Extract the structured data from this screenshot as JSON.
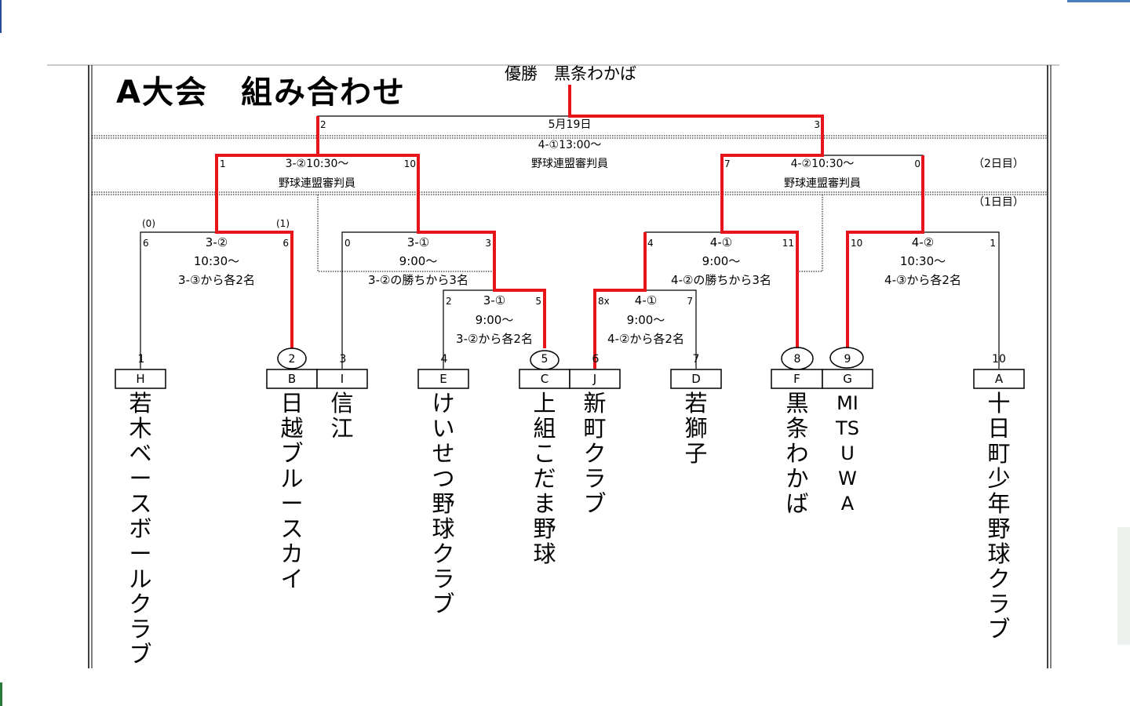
{
  "title": "A大会　組み合わせ",
  "champion": "優勝　黒条わかば",
  "final": {
    "date": "5月19日",
    "game": "4-①13:00〜",
    "umpire": "野球連盟審判員",
    "score_left": "2",
    "score_right": "3"
  },
  "day_labels": {
    "day2": "（2日目）",
    "day1": "（1日目）"
  },
  "semis": {
    "left": {
      "game": "3-②10:30〜",
      "umpire": "野球連盟審判員",
      "score_left": "1",
      "score_right": "10"
    },
    "right": {
      "game": "4-②10:30〜",
      "umpire": "野球連盟審判員",
      "score_left": "7",
      "score_right": "0"
    }
  },
  "quarters": {
    "q1": {
      "game": "3-②",
      "time": "10:30〜",
      "note": "3-③から各2名",
      "score_left": "6",
      "score_right": "6",
      "pk_left": "(0)",
      "pk_right": "(1)"
    },
    "q2": {
      "game": "3-①",
      "time": "9:00〜",
      "note": "3-②の勝ちから3名",
      "score_left": "0",
      "score_right": "3"
    },
    "q3": {
      "game": "4-①",
      "time": "9:00〜",
      "note": "4-②の勝ちから3名",
      "score_left": "4",
      "score_right": "11"
    },
    "q4": {
      "game": "4-②",
      "time": "10:30〜",
      "note": "4-③から各2名",
      "score_left": "10",
      "score_right": "1"
    }
  },
  "first_round": {
    "r1": {
      "game": "3-①",
      "time": "9:00〜",
      "note": "3-②から各2名",
      "score_left": "2",
      "score_right": "5"
    },
    "r2": {
      "game": "4-①",
      "time": "9:00〜",
      "note": "4-②から各2名",
      "score_left": "8x",
      "score_right": "7"
    }
  },
  "teams": [
    {
      "num": "1",
      "letter": "H",
      "name": "若木ベースボールクラブ",
      "circled": false
    },
    {
      "num": "2",
      "letter": "B",
      "name": "日越ブルースカイ",
      "circled": true
    },
    {
      "num": "3",
      "letter": "I",
      "name": "信江",
      "circled": false
    },
    {
      "num": "4",
      "letter": "E",
      "name": "けいせつ野球クラブ",
      "circled": false
    },
    {
      "num": "5",
      "letter": "C",
      "name": "上組こだま野球",
      "circled": true
    },
    {
      "num": "6",
      "letter": "J",
      "name": "新町クラブ",
      "circled": false
    },
    {
      "num": "7",
      "letter": "D",
      "name": "若獅子",
      "circled": false
    },
    {
      "num": "8",
      "letter": "F",
      "name": "黒条わかば",
      "circled": true
    },
    {
      "num": "9",
      "letter": "G",
      "name": "MITSUWA",
      "circled": true
    },
    {
      "num": "10",
      "letter": "A",
      "name": "十日町少年野球クラブ",
      "circled": false
    }
  ],
  "colors": {
    "winner_path": "#e8141b",
    "line": "#000000"
  }
}
